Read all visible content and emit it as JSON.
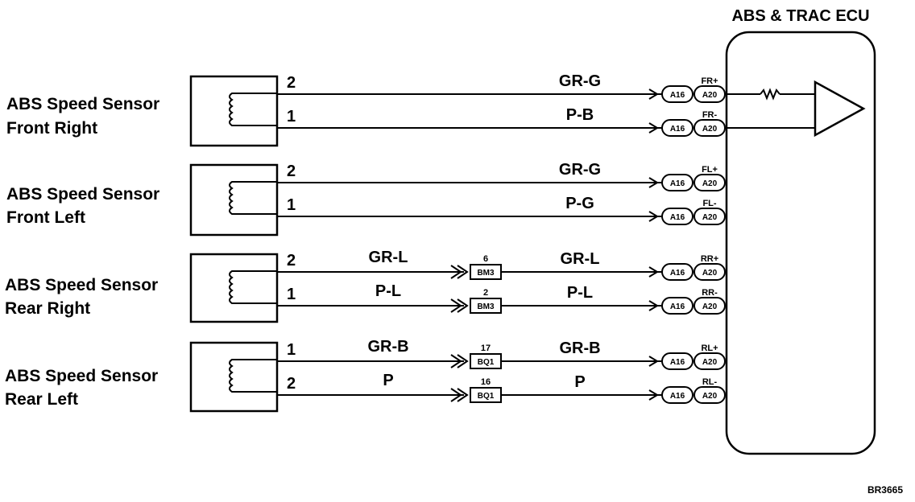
{
  "ecu": {
    "title": "ABS & TRAC ECU"
  },
  "sensors": [
    {
      "line1": "ABS Speed Sensor",
      "line2": "Front Right"
    },
    {
      "line1": "ABS Speed Sensor",
      "line2": "Front Left"
    },
    {
      "line1": "ABS Speed Sensor",
      "line2": "Rear Right"
    },
    {
      "line1": "ABS Speed Sensor",
      "line2": "Rear Left"
    }
  ],
  "wires": [
    {
      "pin": "2",
      "color": "GR-G",
      "signal": "FR+",
      "ecu_conn_a": "A16",
      "ecu_conn_b": "A20"
    },
    {
      "pin": "1",
      "color": "P-B",
      "signal": "FR-",
      "ecu_conn_a": "A16",
      "ecu_conn_b": "A20"
    },
    {
      "pin": "2",
      "color": "GR-G",
      "signal": "FL+",
      "ecu_conn_a": "A16",
      "ecu_conn_b": "A20"
    },
    {
      "pin": "1",
      "color": "P-G",
      "signal": "FL-",
      "ecu_conn_a": "A16",
      "ecu_conn_b": "A20"
    },
    {
      "pin": "2",
      "color_left": "GR-L",
      "junction": "BM3",
      "junction_pin": "6",
      "color": "GR-L",
      "signal": "RR+",
      "ecu_conn_a": "A16",
      "ecu_conn_b": "A20"
    },
    {
      "pin": "1",
      "color_left": "P-L",
      "junction": "BM3",
      "junction_pin": "2",
      "color": "P-L",
      "signal": "RR-",
      "ecu_conn_a": "A16",
      "ecu_conn_b": "A20"
    },
    {
      "pin": "1",
      "color_left": "GR-B",
      "junction": "BQ1",
      "junction_pin": "17",
      "color": "GR-B",
      "signal": "RL+",
      "ecu_conn_a": "A16",
      "ecu_conn_b": "A20"
    },
    {
      "pin": "2",
      "color_left": "P",
      "junction": "BQ1",
      "junction_pin": "16",
      "color": "P",
      "signal": "RL-",
      "ecu_conn_a": "A16",
      "ecu_conn_b": "A20"
    }
  ],
  "figure_code": "BR3665"
}
